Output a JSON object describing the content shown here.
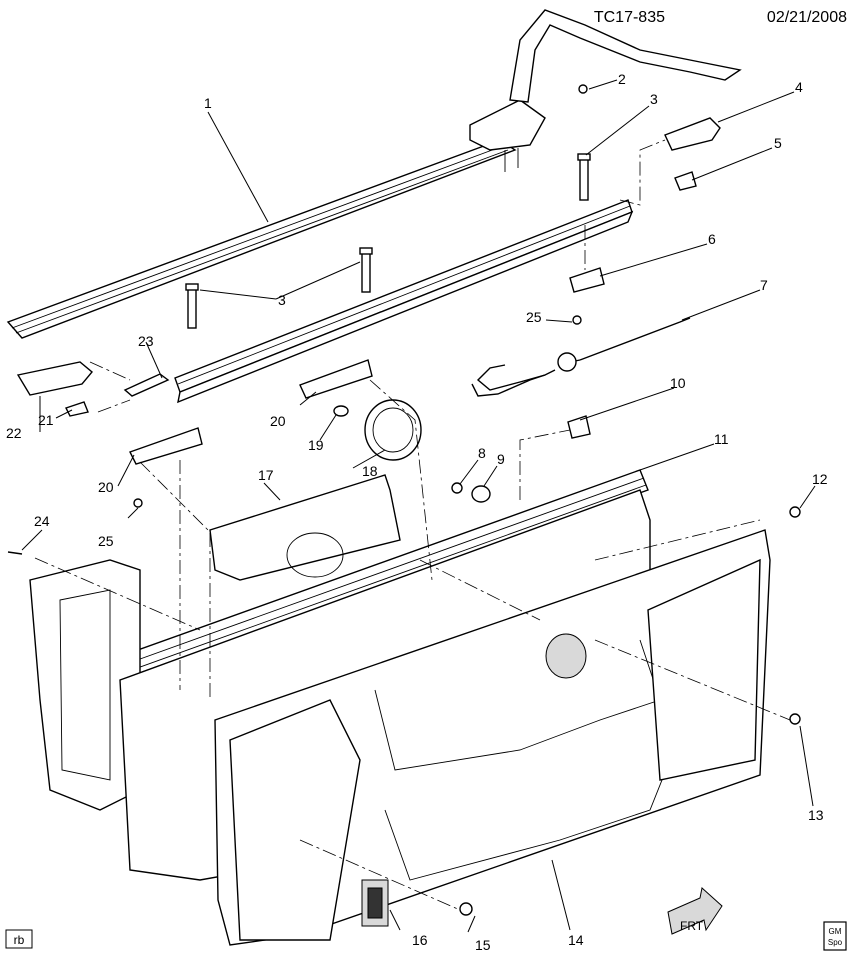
{
  "header": {
    "code": "TC17-835",
    "date": "02/21/2008"
  },
  "footer": {
    "initials": "rb",
    "logo_top": "GM",
    "logo_bottom": "Spo",
    "direction_label": "FRT"
  },
  "callouts": [
    {
      "id": "c1",
      "label": "1"
    },
    {
      "id": "c2",
      "label": "2"
    },
    {
      "id": "c3a",
      "label": "3"
    },
    {
      "id": "c3b",
      "label": "3"
    },
    {
      "id": "c4",
      "label": "4"
    },
    {
      "id": "c5",
      "label": "5"
    },
    {
      "id": "c6",
      "label": "6"
    },
    {
      "id": "c7",
      "label": "7"
    },
    {
      "id": "c8",
      "label": "8"
    },
    {
      "id": "c9",
      "label": "9"
    },
    {
      "id": "c10",
      "label": "10"
    },
    {
      "id": "c11",
      "label": "11"
    },
    {
      "id": "c12",
      "label": "12"
    },
    {
      "id": "c13",
      "label": "13"
    },
    {
      "id": "c14",
      "label": "14"
    },
    {
      "id": "c15",
      "label": "15"
    },
    {
      "id": "c16",
      "label": "16"
    },
    {
      "id": "c17",
      "label": "17"
    },
    {
      "id": "c18",
      "label": "18"
    },
    {
      "id": "c19",
      "label": "19"
    },
    {
      "id": "c20a",
      "label": "20"
    },
    {
      "id": "c20b",
      "label": "20"
    },
    {
      "id": "c21",
      "label": "21"
    },
    {
      "id": "c22",
      "label": "22"
    },
    {
      "id": "c23",
      "label": "23"
    },
    {
      "id": "c24",
      "label": "24"
    },
    {
      "id": "c25a",
      "label": "25"
    },
    {
      "id": "c25b",
      "label": "25"
    }
  ]
}
